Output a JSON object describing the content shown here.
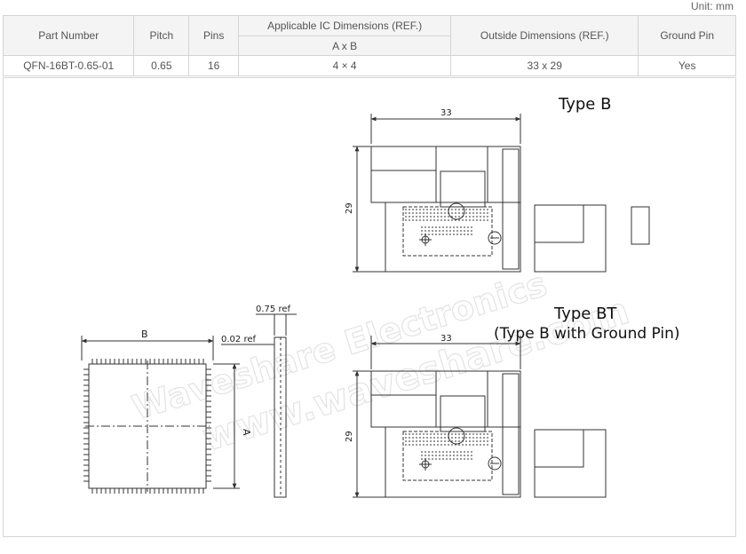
{
  "unit_label": "Unit: mm",
  "table": {
    "headers": {
      "part_number": "Part Number",
      "pitch": "Pitch",
      "pins": "Pins",
      "ic_dims": "Applicable IC Dimensions (REF.)",
      "ic_dims_sub": "A x B",
      "outside_dims": "Outside Dimensions (REF.)",
      "ground_pin": "Ground Pin"
    },
    "row": {
      "part_number": "QFN-16BT-0.65-01",
      "pitch": "0.65",
      "pins": "16",
      "ic_dims": "4 × 4",
      "outside_dims": "33 x 29",
      "ground_pin": "Yes"
    }
  },
  "drawing": {
    "type_b_title": "Type B",
    "type_bt_title": "Type BT",
    "type_bt_subtitle": "(Type B with Ground Pin)",
    "dim_33_top": "33",
    "dim_29_top": "29",
    "dim_33_bottom": "33",
    "dim_29_bottom": "29",
    "ic_dim_b": "B",
    "ic_dim_a": "A",
    "ic_thickness": "0.75 ref",
    "ic_standoff": "0.02 ref",
    "watermark_1": "Waveshare Electronics",
    "watermark_2": "www.waveshare.com"
  }
}
